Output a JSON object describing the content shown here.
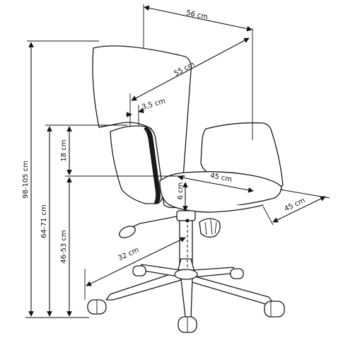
{
  "dimensions": {
    "width_top": "56 cm",
    "back_diagonal": "55 cm",
    "back_thickness": "3,5 cm",
    "backrest_height": "18 cm",
    "seat_depth": "45 cm",
    "seat_width": "45 cm",
    "seat_thickness": "6 cm",
    "base_radius": "32 cm",
    "total_height": "98-105 cm",
    "armrest_height": "64-71 cm",
    "seat_height": "46-53 cm"
  },
  "colors": {
    "line": "#111111",
    "background": "#ffffff"
  }
}
